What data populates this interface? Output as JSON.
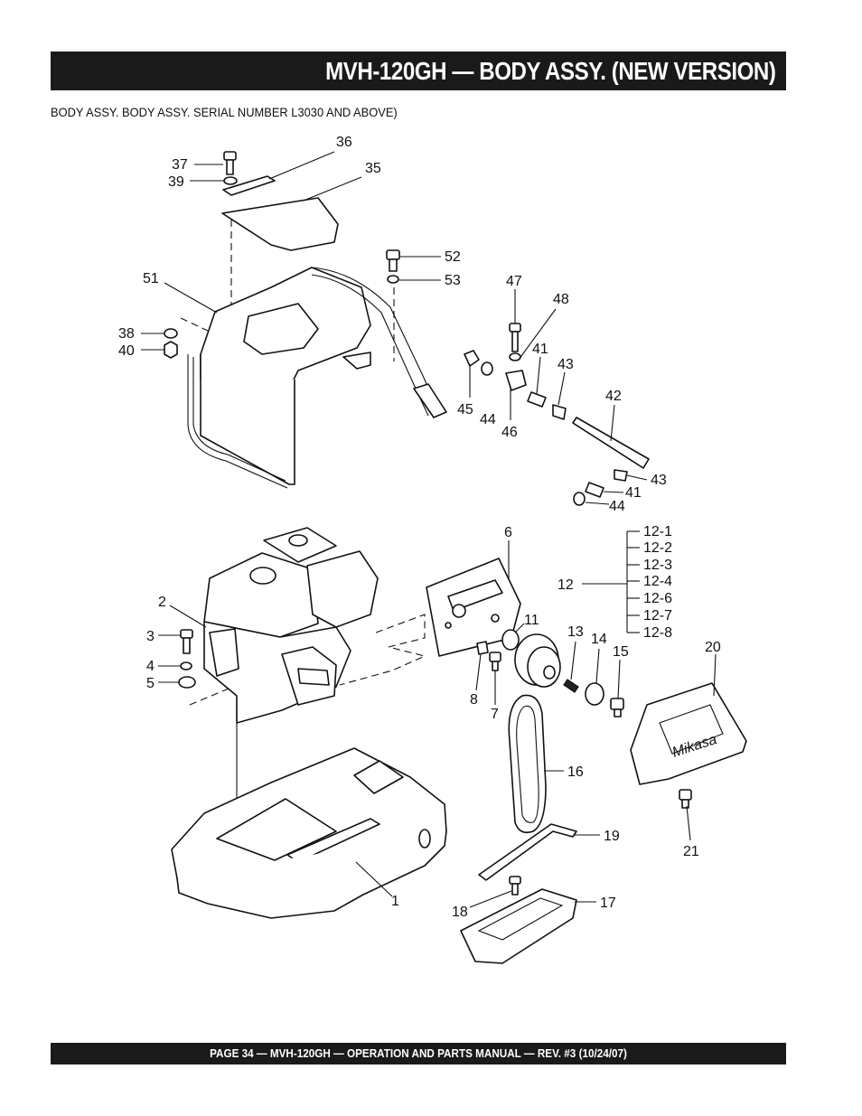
{
  "header": {
    "title": "MVH-120GH — BODY ASSY. (NEW VERSION)"
  },
  "subtitle": "BODY ASSY. BODY ASSY. SERIAL NUMBER L3030 AND ABOVE)",
  "footer": {
    "text": "PAGE 34 — MVH-120GH — OPERATION AND PARTS MANUAL — REV. #3 (10/24/07)"
  },
  "callouts": {
    "c37": "37",
    "c36": "36",
    "c39": "39",
    "c35": "35",
    "c52": "52",
    "c53": "53",
    "c51": "51",
    "c47": "47",
    "c48": "48",
    "c38": "38",
    "c40": "40",
    "c41a": "41",
    "c43a": "43",
    "c42": "42",
    "c45": "45",
    "c44a": "44",
    "c46": "46",
    "c43b": "43",
    "c41b": "41",
    "c44b": "44",
    "c6": "6",
    "c12": "12",
    "c12_1": "12-1",
    "c12_2": "12-2",
    "c12_3": "12-3",
    "c12_4": "12-4",
    "c12_6": "12-6",
    "c12_7": "12-7",
    "c12_8": "12-8",
    "c2": "2",
    "c3": "3",
    "c4": "4",
    "c5": "5",
    "c11": "11",
    "c13": "13",
    "c14": "14",
    "c15": "15",
    "c20": "20",
    "c8": "8",
    "c7": "7",
    "c16": "16",
    "c21": "21",
    "c19": "19",
    "c1": "1",
    "c18": "18",
    "c17": "17"
  },
  "belt_cover_logo": "Mikasa"
}
